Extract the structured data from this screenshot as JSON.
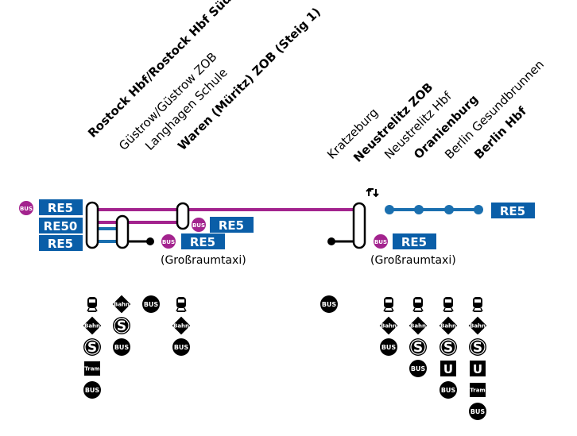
{
  "colors": {
    "route_blue": "#1a6faf",
    "route_purple": "#a3238e",
    "badge_blue": "#0a5ea8",
    "black": "#000000"
  },
  "stations_left": [
    {
      "name": "Rostock Hbf/Rostock Hbf Süd",
      "bold": true
    },
    {
      "name": "Güstrow/Güstrow ZOB",
      "bold": false
    },
    {
      "name": "Langhagen Schule",
      "bold": false
    },
    {
      "name": "Waren (Müritz) ZOB (Steig 1)",
      "bold": true
    }
  ],
  "stations_right": [
    {
      "name": "Kratzeburg",
      "bold": false
    },
    {
      "name": "Neustrelitz ZOB",
      "bold": true
    },
    {
      "name": "Neustrelitz Hbf",
      "bold": false
    },
    {
      "name": "Oranienburg",
      "bold": true
    },
    {
      "name": "Berlin Gesundbrunnen",
      "bold": false
    },
    {
      "name": "Berlin Hbf",
      "bold": true
    }
  ],
  "lines": {
    "re5_top": "RE5",
    "re50": "RE50",
    "re5_bottom": "RE5",
    "re5_mid": "RE5",
    "re5_taxi_left": "RE5",
    "re5_taxi_right": "RE5",
    "re5_right": "RE5"
  },
  "bus_label": "BUS",
  "bahn_label": "Bahn",
  "tram_label": "Tram",
  "s_label": "S",
  "u_label": "U",
  "notes": {
    "taxi_left": "(Großraumtaxi)",
    "taxi_right": "(Großraumtaxi)"
  },
  "transfer_icons": [
    [
      "train-icon",
      "bahn-icon",
      "s-bahn-icon",
      "tram-icon",
      "bus-icon"
    ],
    [
      "bahn-icon",
      "s-bahn-icon",
      "bus-icon"
    ],
    [
      "bus-icon"
    ],
    [
      "train-icon",
      "bahn-icon",
      "bus-icon"
    ],
    [
      "bus-icon"
    ],
    [
      "train-icon",
      "bahn-icon",
      "bus-icon"
    ],
    [
      "train-icon",
      "bahn-icon",
      "s-bahn-icon",
      "bus-icon"
    ],
    [
      "train-icon",
      "bahn-icon",
      "s-bahn-icon",
      "u-bahn-icon",
      "bus-icon"
    ],
    [
      "train-icon",
      "bahn-icon",
      "s-bahn-icon",
      "u-bahn-icon",
      "tram-icon",
      "bus-icon"
    ]
  ]
}
